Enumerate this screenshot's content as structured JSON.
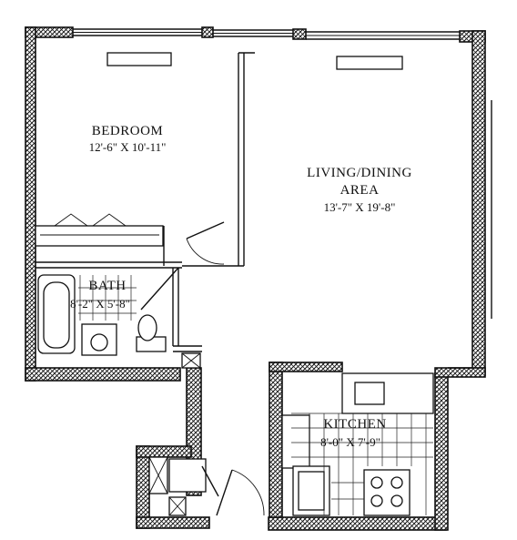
{
  "rooms": {
    "bedroom": {
      "name": "BEDROOM",
      "dims": "12'-6\" X 10'-11\""
    },
    "living": {
      "name_line1": "LIVING/DINING",
      "name_line2": "AREA",
      "dims": "13'-7\" X 19'-8\""
    },
    "bath": {
      "name": "BATH",
      "dims": "8'-2\" X 5'-8\""
    },
    "kitchen": {
      "name": "KITCHEN",
      "dims": "8'-0\" X 7'-9\""
    }
  }
}
